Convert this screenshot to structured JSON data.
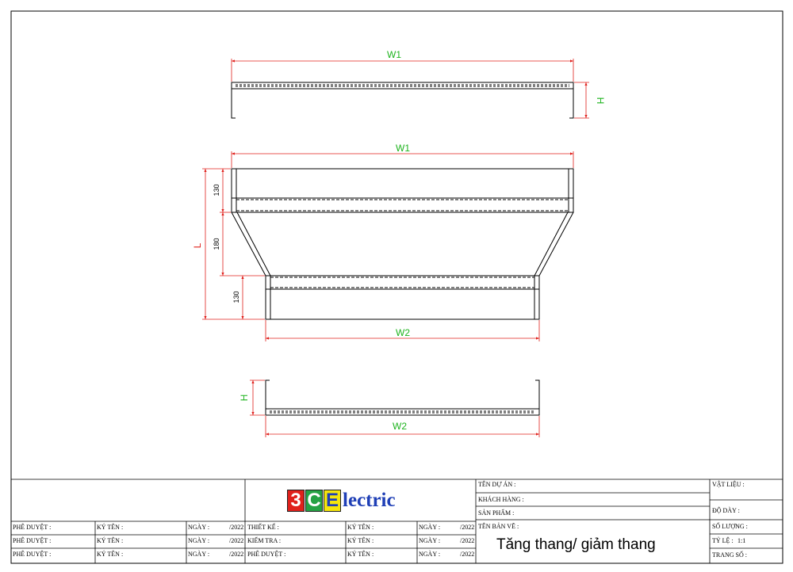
{
  "drawing": {
    "dimensions": {
      "w1_top": "W1",
      "h_top": "H",
      "w1_mid": "W1",
      "l": "L",
      "d130_top": "130",
      "d180": "180",
      "d130_bottom": "130",
      "w2_mid": "W2",
      "h_bottom": "H",
      "w2_bottom": "W2"
    },
    "colors": {
      "outline": "#000000",
      "dimension_line": "#e0201b",
      "dimension_text": "#1db31d",
      "border": "#000000"
    }
  },
  "logo": {
    "c1": "3",
    "c2": "C",
    "c3": "E",
    "rest": "lectric"
  },
  "title_block": {
    "ten_du_an": "TÊN DỰ ÁN :",
    "khach_hang": "KHÁCH HÀNG :",
    "san_pham": "SẢN PHẨM :",
    "ten_ban_ve": "TÊN BẢN VẼ :",
    "vat_lieu": "VẬT LIỆU :",
    "do_day": "ĐỘ DÀY :",
    "so_luong": "SỐ LƯỢNG :",
    "ty_le": "TỶ LỆ :",
    "ty_le_value": "1:1",
    "trang_so": "TRANG SỐ :",
    "drawing_title": "Tăng thang/ giảm thang",
    "rows": [
      {
        "role_a": "PHÊ DUYỆT :",
        "sign_a": "KÝ TÊN :",
        "date_a": "NGÀY :",
        "year_a": "/2022",
        "role_b": "THIẾT KẾ :",
        "sign_b": "KÝ TÊN :",
        "date_b": "NGÀY :",
        "year_b": "/2022"
      },
      {
        "role_a": "PHÊ DUYỆT :",
        "sign_a": "KÝ TÊN :",
        "date_a": "NGÀY :",
        "year_a": "/2022",
        "role_b": "KIỂM TRA :",
        "sign_b": "KÝ TÊN :",
        "date_b": "NGÀY :",
        "year_b": "/2022"
      },
      {
        "role_a": "PHÊ DUYỆT :",
        "sign_a": "KÝ TÊN :",
        "date_a": "NGÀY :",
        "year_a": "/2022",
        "role_b": "PHÊ DUYỆT :",
        "sign_b": "KÝ TÊN :",
        "date_b": "NGÀY :",
        "year_b": "/2022"
      }
    ]
  }
}
